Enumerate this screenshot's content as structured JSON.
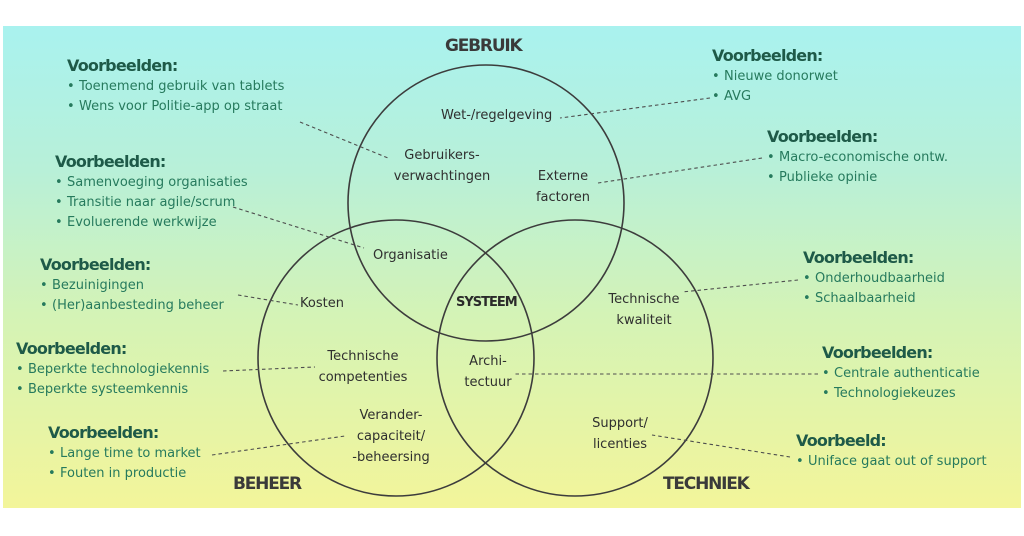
{
  "corners": {
    "gebruik": "GEBRUIK",
    "beheer": "BEHEER",
    "techniek": "TECHNIEK"
  },
  "center_label": "SYSTEEM",
  "factors": {
    "wet": "Wet-/regelgeving",
    "gebruikers": [
      "Gebruikers-",
      "verwachtingen"
    ],
    "externe": [
      "Externe",
      "factoren"
    ],
    "organisatie": "Organisatie",
    "kosten": "Kosten",
    "technische_kwaliteit": [
      "Technische",
      "kwaliteit"
    ],
    "technische_competenties": [
      "Technische",
      "competenties"
    ],
    "architectuur": [
      "Archi-",
      "tectuur"
    ],
    "verandercapaciteit": [
      "Verander-",
      "capaciteit/",
      "-beheersing"
    ],
    "support": [
      "Support/",
      "licenties"
    ]
  },
  "example_groups": {
    "tl": {
      "heading": "Voorbeelden:",
      "items": [
        "Toenemend gebruik van tablets",
        "Wens voor Politie-app op straat"
      ]
    },
    "ml": {
      "heading": "Voorbeelden:",
      "items": [
        "Samenvoeging organisaties",
        "Transitie naar agile/scrum",
        "Evoluerende werkwijze"
      ]
    },
    "kl": {
      "heading": "Voorbeelden:",
      "items": [
        "Bezuinigingen",
        "(Her)aanbesteding beheer"
      ]
    },
    "cl": {
      "heading": "Voorbeelden:",
      "items": [
        "Beperkte technologiekennis",
        "Beperkte systeemkennis"
      ]
    },
    "bl": {
      "heading": "Voorbeelden:",
      "items": [
        "Lange time to market",
        "Fouten in productie"
      ]
    },
    "tr": {
      "heading": "Voorbeelden:",
      "items": [
        "Nieuwe donorwet",
        "AVG"
      ]
    },
    "er": {
      "heading": "Voorbeelden:",
      "items": [
        "Macro-economische ontw.",
        "Publieke opinie"
      ]
    },
    "kr": {
      "heading": "Voorbeelden:",
      "items": [
        "Onderhoudbaarheid",
        "Schaalbaarheid"
      ]
    },
    "ar": {
      "heading": "Voorbeelden:",
      "items": [
        "Centrale authenticatie",
        "Technologiekeuzes"
      ]
    },
    "sr": {
      "heading": "Voorbeeld:",
      "items": [
        "Uniface gaat out of support"
      ]
    }
  },
  "bullet_glyph": "•"
}
